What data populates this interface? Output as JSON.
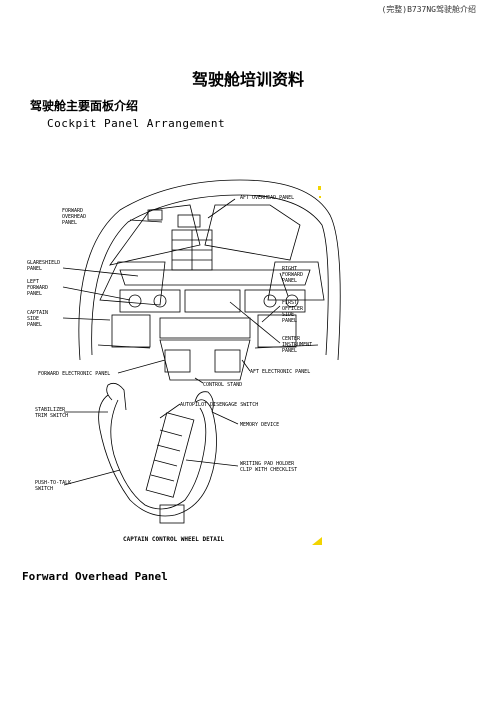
{
  "header": {
    "doc_title": "(完整)B737NG驾驶舱介绍"
  },
  "title": "驾驶舱培训资料",
  "section": {
    "heading_zh": "驾驶舱主要面板介绍",
    "heading_en": "Cockpit Panel Arrangement"
  },
  "figure_labels": {
    "aft_overhead": "AFT OVERHEAD PANEL",
    "forward_overhead": [
      "FORWARD",
      "OVERHEAD",
      "PANEL"
    ],
    "glareshield": [
      "GLARESHIELD",
      "PANEL"
    ],
    "left_forward": [
      "LEFT",
      "FORWARD",
      "PANEL"
    ],
    "captain_side": [
      "CAPTAIN",
      "SIDE",
      "PANEL"
    ],
    "right_forward": [
      "RIGHT",
      "FORWARD",
      "PANEL"
    ],
    "first_officer_side": [
      "FIRST",
      "OFFICER",
      "SIDE",
      "PANEL"
    ],
    "center_instrument": [
      "CENTER",
      "INSTRUMENT",
      "PANEL"
    ],
    "forward_electronic": "FORWARD ELECTRONIC PANEL",
    "aft_electronic": "AFT ELECTRONIC PANEL",
    "control_stand": "CONTROL STAND",
    "stabilizer_trim": [
      "STABILIZER",
      "TRIM SWITCH"
    ],
    "autopilot_disengage": "AUTOPILOT DISENGAGE SWITCH",
    "memory_device": "MEMORY DEVICE",
    "writing_pad": [
      "WRITING PAD HOLDER",
      "CLIP WITH CHECKLIST"
    ],
    "push_to_talk": [
      "PUSH-TO-TALK",
      "SWITCH"
    ],
    "wheel_caption": "CAPTAIN CONTROL WHEEL DETAIL"
  },
  "footer_heading": "Forward Overhead Panel",
  "colors": {
    "text": "#000000",
    "marker": "#f2d400"
  }
}
